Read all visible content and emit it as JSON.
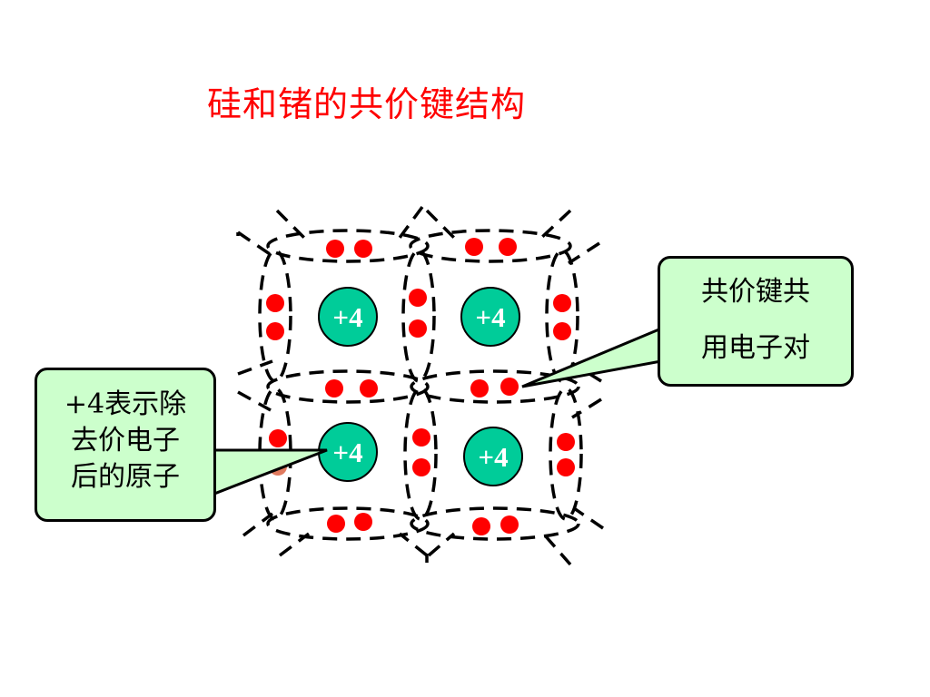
{
  "title": "硅和锗的共价键结构",
  "atoms": [
    {
      "label": "+4"
    },
    {
      "label": "+4"
    },
    {
      "label": "+4"
    },
    {
      "label": "+4"
    }
  ],
  "callouts": {
    "bond": {
      "line1": "共价键共",
      "line2": "用电子对"
    },
    "atom": {
      "line1": "+4表示除",
      "line2": "去价电子",
      "line3": "后的原子"
    }
  },
  "colors": {
    "title": "#ff0000",
    "electron": "#ff0000",
    "atom_core": "#00cc99",
    "callout_bg": "#ccffcc"
  }
}
